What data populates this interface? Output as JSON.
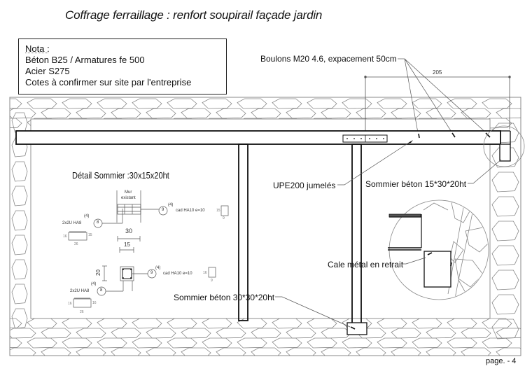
{
  "title": "Coffrage ferraillage : renfort soupirail façade jardin",
  "nota": {
    "heading": "Nota :",
    "lines": [
      "Béton B25 / Armatures fe 500",
      "Acier S275",
      "Cotes à confirmer sur site par l'entreprise"
    ]
  },
  "annotations": {
    "bolts": "Boulons M20 4.6, expacement 50cm",
    "dimension_205": "205",
    "upe": "UPE200 jumelés",
    "sommier_15": "Sommier béton 15*30*20ht",
    "cale": "Cale métal en retrait",
    "sommier_30": "Sommier béton 30*30*20ht"
  },
  "detail": {
    "title": "Détail Sommier :30x15x20ht",
    "mur_line1": "Mur",
    "mur_line2": "existant",
    "dim_30": "30",
    "dim_15": "15",
    "dim_20": "20",
    "top": {
      "mark_9": "9",
      "qty_9": "(4)",
      "cad_label": "cad HA10 e=10",
      "cad_dim_left": "15",
      "cad_dim_bottom": "9",
      "mark_8": "8",
      "qty_8": "(4)",
      "u_label": "2x2U HA8",
      "u_dim_left": "16",
      "u_dim_right": "15",
      "u_dim_bottom": "26"
    },
    "bottom": {
      "mark_9": "9",
      "qty_9": "(4)",
      "cad_label": "cad HA10 e=10",
      "cad_dim_left": "16",
      "cad_dim_bottom": "9",
      "mark_8": "8",
      "qty_8": "(4)",
      "u_label": "2x2U HA8",
      "u_dim_left": "16",
      "u_dim_right": "16",
      "u_dim_bottom": "26"
    }
  },
  "footer": {
    "page": "page. - 4"
  }
}
